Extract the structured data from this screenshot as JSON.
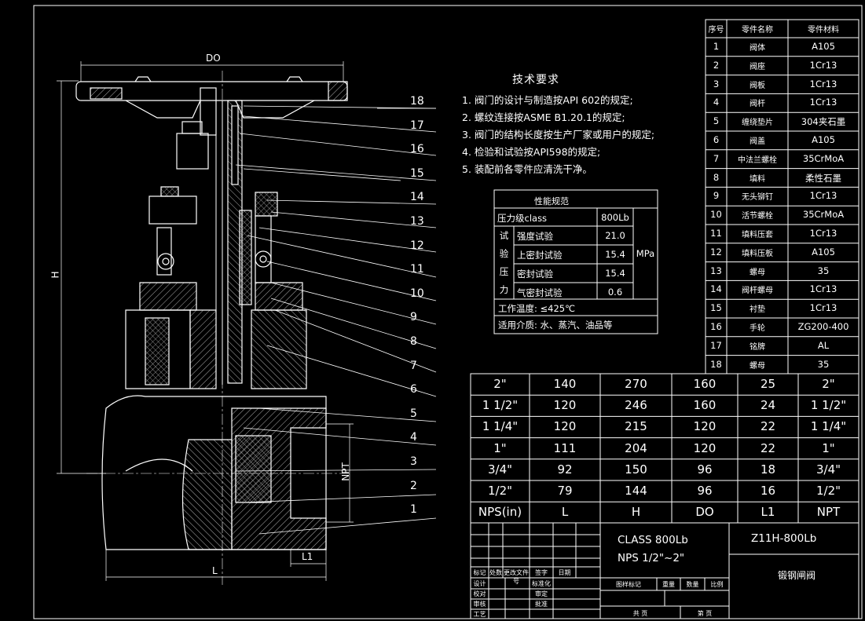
{
  "tech": {
    "title": "技术要求",
    "items": [
      "1. 阀门的设计与制造按API 602的规定;",
      "2. 螺纹连接按ASME B1.20.1的规定;",
      "3. 阀门的结构长度按生产厂家或用户的规定;",
      "4. 检验和试验按API598的规定;",
      "5. 装配前各零件应清洗干净。"
    ]
  },
  "perf": {
    "title": "性能规范",
    "pressure_class_label": "压力级class",
    "pressure_class_value": "800Lb",
    "test_group": [
      "试",
      "验",
      "压",
      "力"
    ],
    "unit": "MPa",
    "tests": [
      {
        "name": "强度试验",
        "value": "21.0"
      },
      {
        "name": "上密封试验",
        "value": "15.4"
      },
      {
        "name": "密封试验",
        "value": "15.4"
      },
      {
        "name": "气密封试验",
        "value": "0.6"
      }
    ],
    "temp": "工作温度: ≤425℃",
    "media": "适用介质: 水、蒸汽、油品等"
  },
  "parts": {
    "headers": [
      "序号",
      "零件名称",
      "零件材料"
    ],
    "rows": [
      [
        "1",
        "阀体",
        "A105"
      ],
      [
        "2",
        "阀座",
        "1Cr13"
      ],
      [
        "3",
        "阀板",
        "1Cr13"
      ],
      [
        "4",
        "阀杆",
        "1Cr13"
      ],
      [
        "5",
        "缠绕垫片",
        "304夹石墨"
      ],
      [
        "6",
        "阀盖",
        "A105"
      ],
      [
        "7",
        "中法兰螺栓",
        "35CrMoA"
      ],
      [
        "8",
        "填料",
        "柔性石墨"
      ],
      [
        "9",
        "无头铆钉",
        "1Cr13"
      ],
      [
        "10",
        "活节螺栓",
        "35CrMoA"
      ],
      [
        "11",
        "填料压套",
        "1Cr13"
      ],
      [
        "12",
        "填料压板",
        "A105"
      ],
      [
        "13",
        "螺母",
        "35"
      ],
      [
        "14",
        "阀杆螺母",
        "1Cr13"
      ],
      [
        "15",
        "衬垫",
        "1Cr13"
      ],
      [
        "16",
        "手轮",
        "ZG200-400"
      ],
      [
        "17",
        "铭牌",
        "AL"
      ],
      [
        "18",
        "螺母",
        "35"
      ]
    ]
  },
  "dims": {
    "rows": [
      [
        "2\"",
        "140",
        "270",
        "160",
        "25",
        "2\""
      ],
      [
        "1 1/2\"",
        "120",
        "246",
        "160",
        "24",
        "1 1/2\""
      ],
      [
        "1 1/4\"",
        "120",
        "215",
        "120",
        "22",
        "1 1/4\""
      ],
      [
        "1\"",
        "111",
        "204",
        "120",
        "22",
        "1\""
      ],
      [
        "3/4\"",
        "92",
        "150",
        "96",
        "18",
        "3/4\""
      ],
      [
        "1/2\"",
        "79",
        "144",
        "96",
        "16",
        "1/2\""
      ]
    ],
    "headers": [
      "NPS(in)",
      "L",
      "H",
      "DO",
      "L1",
      "NPT"
    ]
  },
  "title_block": {
    "class_line": "CLASS 800Lb",
    "nps_line": "NPS 1/2\"~2\"",
    "model": "Z11H-800Lb",
    "name": "锻钢闸阀",
    "rev_headers": [
      "标记",
      "处数",
      "更改文件号",
      "签字",
      "日期"
    ],
    "sign_rows": [
      [
        "设计",
        "标准化"
      ],
      [
        "校对",
        "审定"
      ],
      [
        "审核",
        "批准"
      ],
      [
        "工艺",
        ""
      ]
    ],
    "stage_headers": [
      "图样标记",
      "重量",
      "数量",
      "比例"
    ],
    "sheet_left": "共  页",
    "sheet_right": "第  页"
  },
  "leaders": [
    "18",
    "17",
    "16",
    "15",
    "14",
    "13",
    "12",
    "11",
    "10",
    "9",
    "8",
    "7",
    "6",
    "5",
    "4",
    "3",
    "2",
    "1"
  ],
  "dim_labels": {
    "do": "DO",
    "h": "H",
    "l": "L",
    "l1": "L1",
    "npt": "NPT"
  }
}
